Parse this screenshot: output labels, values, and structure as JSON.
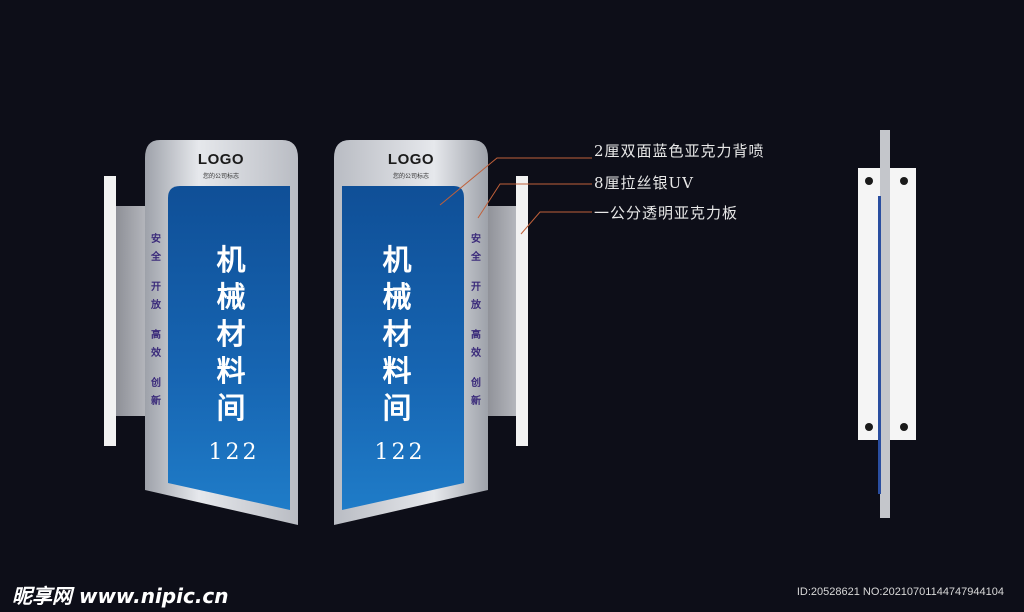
{
  "sign": {
    "logo": "LOGO",
    "logo_subtitle": "您的公司标志",
    "room_name": [
      "机",
      "械",
      "材",
      "料",
      "间"
    ],
    "room_number": "122",
    "slogan": [
      "安",
      "全",
      "开",
      "放",
      "高",
      "效",
      "创",
      "新"
    ]
  },
  "callouts": [
    "2厘双面蓝色亚克力背喷",
    "8厘拉丝银UV",
    "一公分透明亚克力板"
  ],
  "watermark": {
    "site": "昵享网 www.nipic.cn",
    "id_text": "ID:20528621 NO:20210701144747944104"
  },
  "colors": {
    "background": "#0d0e18",
    "panel_blue": "#1565b0",
    "silver": "#c9ccd2",
    "callout_line": "#c0603a"
  }
}
